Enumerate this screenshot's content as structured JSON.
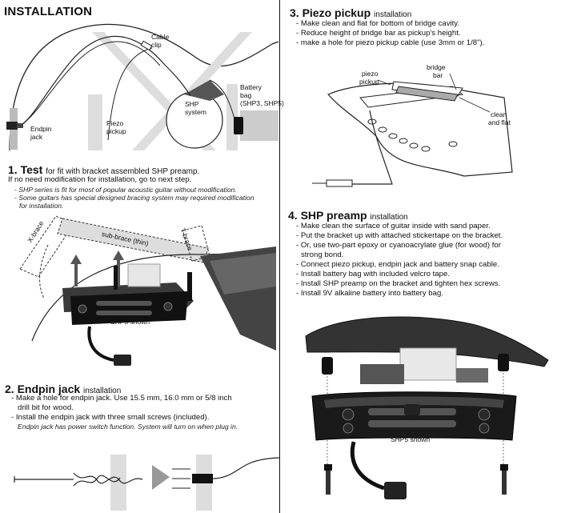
{
  "header": {
    "title": "INSTALLATION"
  },
  "diagram_top": {
    "cable_clip": [
      "Cable",
      "clip"
    ],
    "endpin_jack": [
      "Endpin",
      "jack"
    ],
    "piezo_pickup": [
      "Piezo",
      "pickup"
    ],
    "shp_system": [
      "SHP",
      "system"
    ],
    "battery_bag": [
      "Battery",
      "bag",
      "(SHP3, SHP5)"
    ]
  },
  "section1": {
    "number": "1.",
    "title": "Test",
    "subtitle": "for fit with bracket assembled SHP preamp.",
    "line2": "If no need modification for installation, go to next step.",
    "notes": [
      "- SHP series is fit for most of popular acoustic guitar without modification.",
      "- Some guitars has special designed bracing system may required modification",
      "for installation."
    ],
    "diagram": {
      "x_brace": "X-brace",
      "sub_brace": "sub-brace (thin)",
      "t_brace": "T-brace",
      "caption": "SHP5 shown"
    }
  },
  "section2": {
    "number": "2.",
    "title": "Endpin jack",
    "subtitle": "installation",
    "lines": [
      "- Make a hole for endpin jack.  Use 15.5 mm, 16.0 mm or 5/8 inch",
      "drill bit for wood.",
      "- Install the endpin jack with three small screws (included)."
    ],
    "note": "Endpin jack has power switch function. System will turn on when plug in."
  },
  "section3": {
    "number": "3.",
    "title": "Piezo pickup",
    "subtitle": "installation",
    "lines": [
      "- Make clean and flat for bottom of bridge cavity.",
      "- Reduce height of bridge bar as pickup's height.",
      "- make a hole for piezo pickup cable (use 3mm or 1/8\")."
    ],
    "diagram": {
      "bridge_bar": [
        "bridge",
        "bar"
      ],
      "piezo_pickup": [
        "piezo",
        "pickup"
      ],
      "clean_flat": [
        "clean",
        "and flat"
      ]
    }
  },
  "section4": {
    "number": "4.",
    "title": "SHP preamp",
    "subtitle": "installation",
    "lines": [
      "- Make clean the surface of guitar inside with sand paper.",
      "- Put the bracket up with attached stickertape on the bracket.",
      "- Or, use two-part epoxy or cyanoacrylate glue (for wood) for",
      "strong bond.",
      "- Connect piezo pickup, endpin jack and battery snap cable.",
      "- Install battery bag with included velcro tape.",
      "- Install SHP preamp on the bracket and tighten hex screws.",
      "- Install 9V alkaline battery into battery bag."
    ],
    "caption": "SHP5 shown"
  }
}
